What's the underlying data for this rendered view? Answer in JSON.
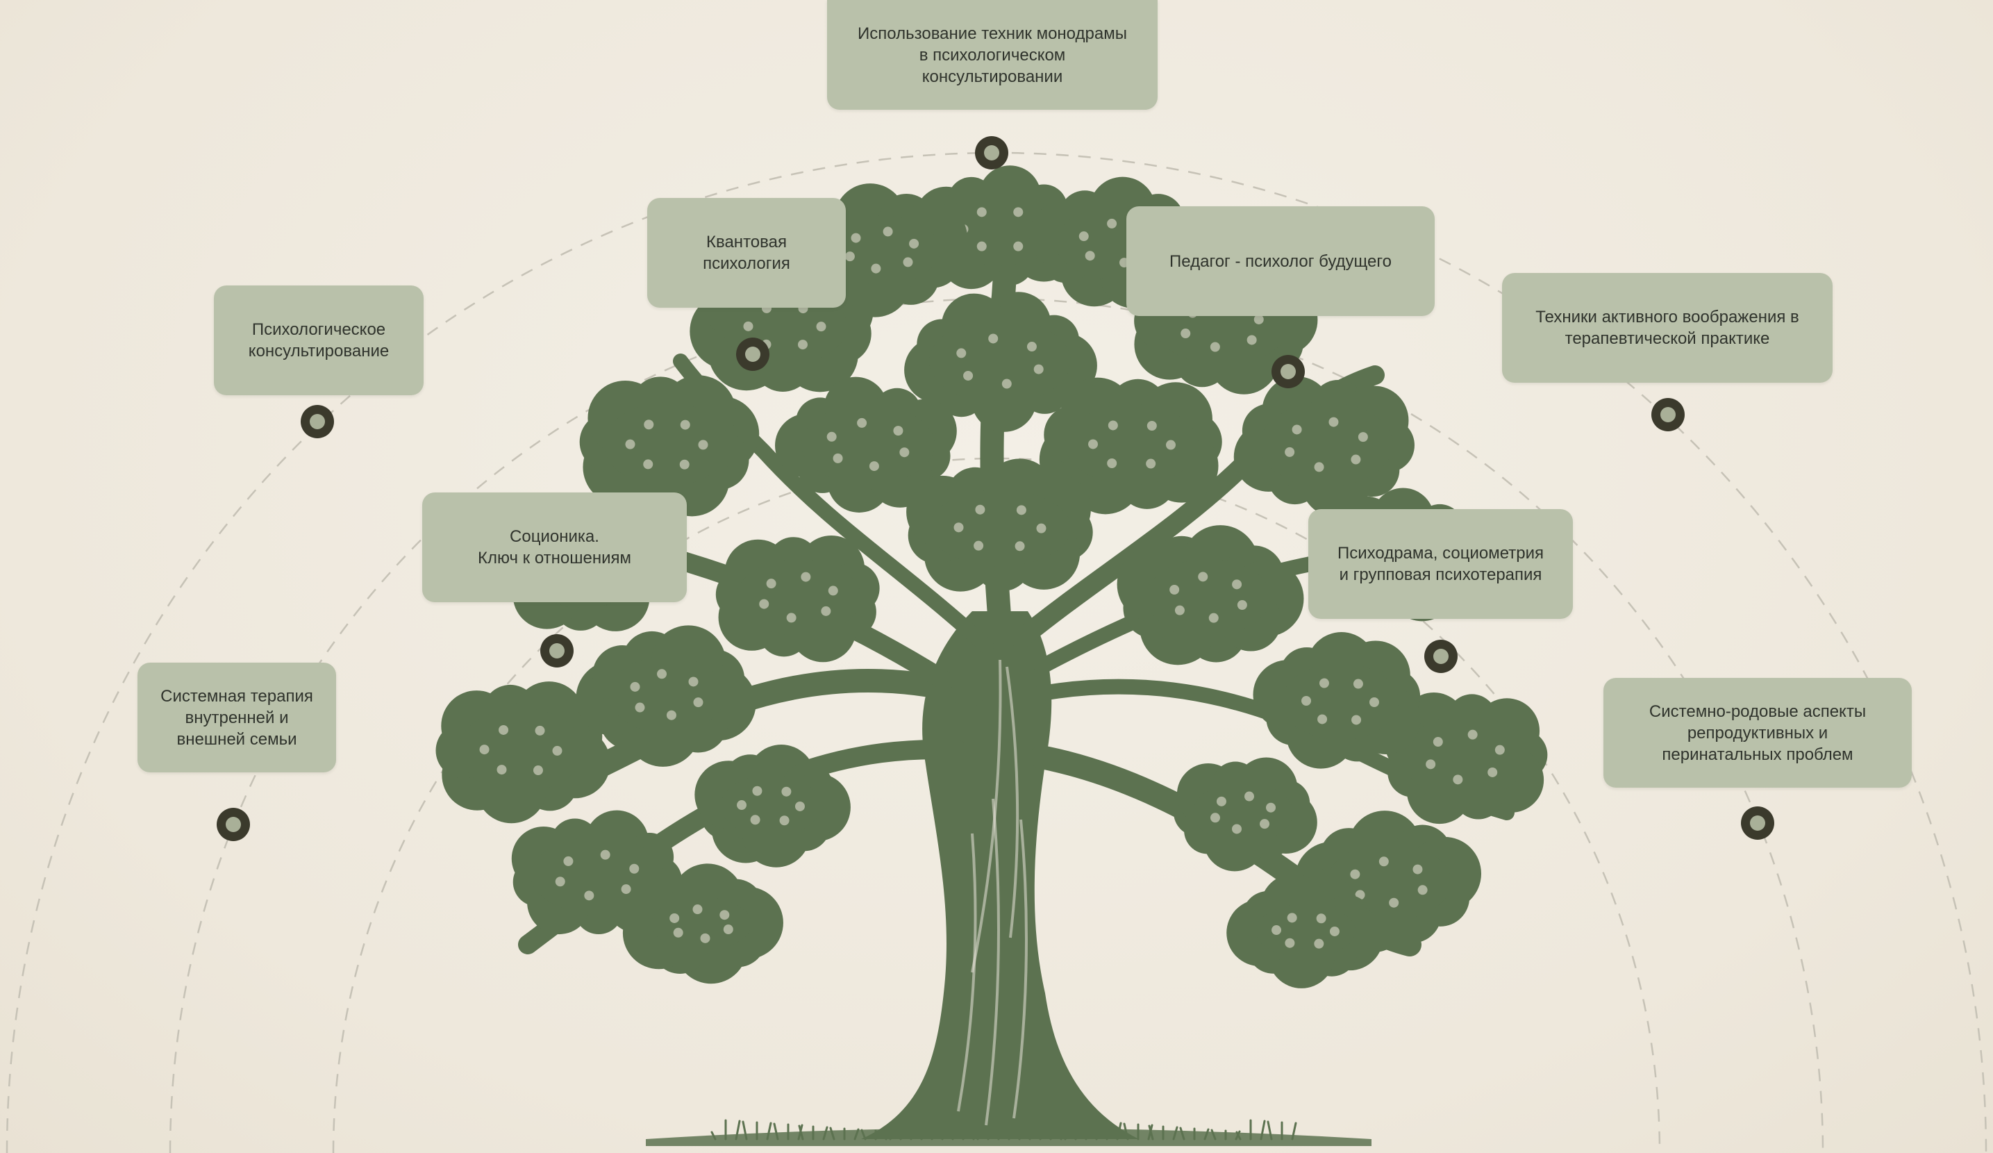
{
  "colors": {
    "background": "#f0ebe0",
    "card": "#b9c1aa",
    "card_text": "#2f332c",
    "tree": "#5c7250",
    "dot_outer": "#3b3a2c",
    "dot_inner": "#a9b098",
    "guide_line": "#c6c2b6"
  },
  "nodes": [
    {
      "id": "monodrama",
      "label": "Использование техник монодрамы\nв психологическом\nконсультировании"
    },
    {
      "id": "quantum",
      "label": "Квантовая\nпсихология"
    },
    {
      "id": "teacher",
      "label": "Педагог - психолог будущего"
    },
    {
      "id": "counseling",
      "label": "Психологическое\nконсультирование"
    },
    {
      "id": "imagination",
      "label": "Техники активного воображения в\nтерапевтической практике"
    },
    {
      "id": "socionics",
      "label": "Соционика.\nКлюч к отношениям"
    },
    {
      "id": "psychodrama",
      "label": "Психодрама, социометрия\nи групповая психотерапия"
    },
    {
      "id": "family",
      "label": "Системная терапия\nвнутренней  и\nвнешней семьи"
    },
    {
      "id": "reproductive",
      "label": "Системно-родовые аспекты\nрепродуктивных и\nперинатальных проблем"
    }
  ],
  "tree": {
    "icon": "tree-illustration"
  }
}
